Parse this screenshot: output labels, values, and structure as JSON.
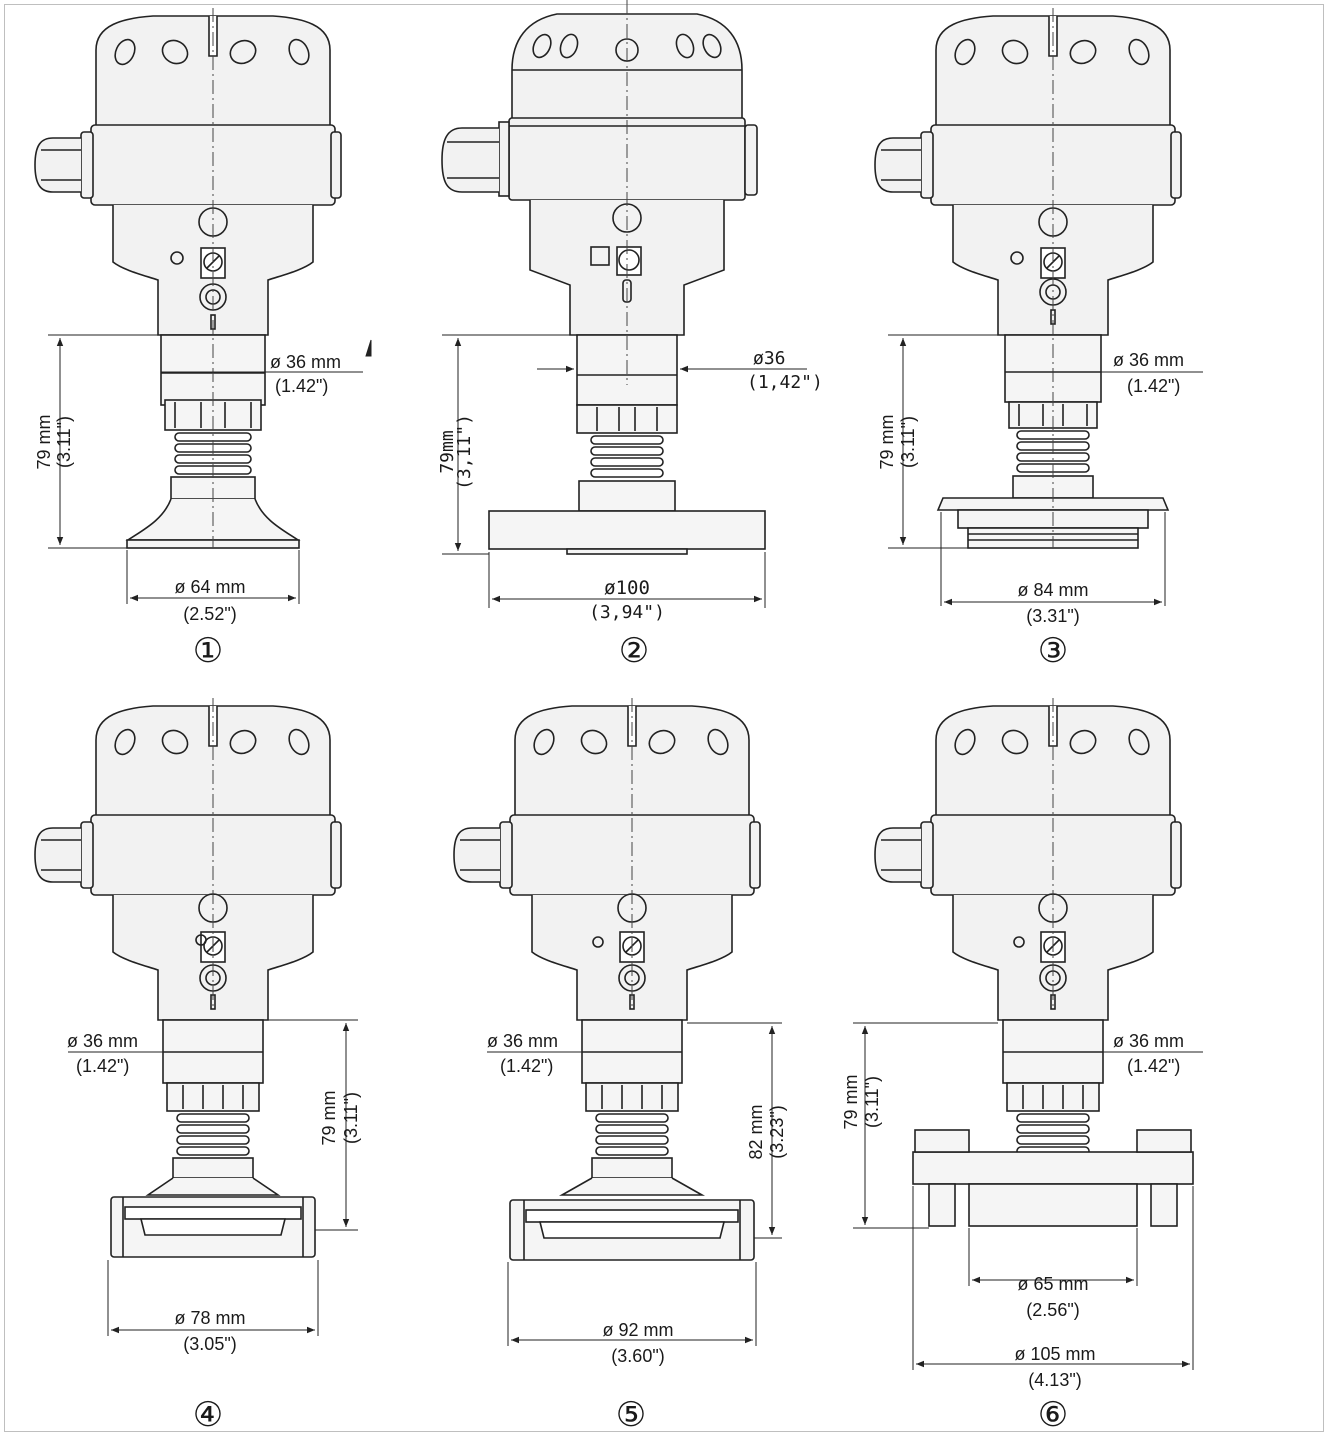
{
  "diagrams": [
    {
      "number": "①",
      "neck_dia": "ø 36 mm",
      "neck_dia_in": "(1.42\")",
      "height": "79 mm",
      "height_in": "(3.11\")",
      "base_dia": "ø 64 mm",
      "base_dia_in": "(2.52\")"
    },
    {
      "number": "②",
      "neck_dia": "ø36",
      "neck_dia_in": "(1,42\")",
      "height": "79mm",
      "height_in": "(3,11\")",
      "base_dia": "ø100",
      "base_dia_in": "(3,94\")"
    },
    {
      "number": "③",
      "neck_dia": "ø 36 mm",
      "neck_dia_in": "(1.42\")",
      "height": "79 mm",
      "height_in": "(3.11\")",
      "base_dia": "ø 84 mm",
      "base_dia_in": "(3.31\")"
    },
    {
      "number": "④",
      "neck_dia": "ø 36 mm",
      "neck_dia_in": "(1.42\")",
      "height": "79 mm",
      "height_in": "(3.11\")",
      "base_dia": "ø 78 mm",
      "base_dia_in": "(3.05\")"
    },
    {
      "number": "⑤",
      "neck_dia": "ø 36 mm",
      "neck_dia_in": "(1.42\")",
      "height": "82 mm",
      "height_in": "(3.23\")",
      "base_dia": "ø 92 mm",
      "base_dia_in": "(3.60\")"
    },
    {
      "number": "⑥",
      "neck_dia": "ø 36 mm",
      "neck_dia_in": "(1.42\")",
      "height": "79 mm",
      "height_in": "(3.11\")",
      "base_dia": "ø 105 mm",
      "base_dia_in": "(4.13\")",
      "inner_dia": "ø 65 mm",
      "inner_dia_in": "(2.56\")"
    }
  ]
}
